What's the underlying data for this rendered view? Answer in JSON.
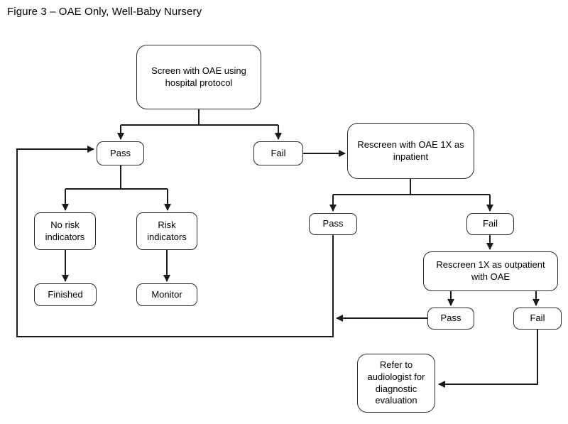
{
  "title": "Figure 3 – OAE Only, Well-Baby Nursery",
  "colors": {
    "background": "#ffffff",
    "line": "#1a1a1a",
    "node_border": "#2b2b2b",
    "node_fill": "#ffffff",
    "text": "#000000"
  },
  "flowchart": {
    "nodes": {
      "screen": {
        "label": "Screen with OAE using hospital protocol"
      },
      "pass1": {
        "label": "Pass"
      },
      "fail1": {
        "label": "Fail"
      },
      "rescreen_inpatient": {
        "label": "Rescreen with OAE 1X as inpatient"
      },
      "no_risk": {
        "label": "No risk indicators"
      },
      "risk": {
        "label": "Risk indicators"
      },
      "finished": {
        "label": "Finished"
      },
      "monitor": {
        "label": "Monitor"
      },
      "pass2": {
        "label": "Pass"
      },
      "fail2": {
        "label": "Fail"
      },
      "rescreen_outpatient": {
        "label": "Rescreen 1X as outpatient with OAE"
      },
      "pass3": {
        "label": "Pass"
      },
      "fail3": {
        "label": "Fail"
      },
      "refer": {
        "label": "Refer to audiologist for diagnostic evaluation"
      }
    },
    "edges": [
      {
        "from": "screen",
        "to": "pass1"
      },
      {
        "from": "screen",
        "to": "fail1"
      },
      {
        "from": "fail1",
        "to": "rescreen_inpatient"
      },
      {
        "from": "pass1",
        "to": "no_risk"
      },
      {
        "from": "pass1",
        "to": "risk"
      },
      {
        "from": "no_risk",
        "to": "finished"
      },
      {
        "from": "risk",
        "to": "monitor"
      },
      {
        "from": "rescreen_inpatient",
        "to": "pass2"
      },
      {
        "from": "rescreen_inpatient",
        "to": "fail2"
      },
      {
        "from": "fail2",
        "to": "rescreen_outpatient"
      },
      {
        "from": "rescreen_outpatient",
        "to": "pass3"
      },
      {
        "from": "rescreen_outpatient",
        "to": "fail3"
      },
      {
        "from": "pass3",
        "to": "pass2_line_junction"
      },
      {
        "from": "pass2",
        "to": "pass1",
        "note": "loop back along bottom and left side"
      },
      {
        "from": "fail3",
        "to": "refer"
      }
    ]
  }
}
